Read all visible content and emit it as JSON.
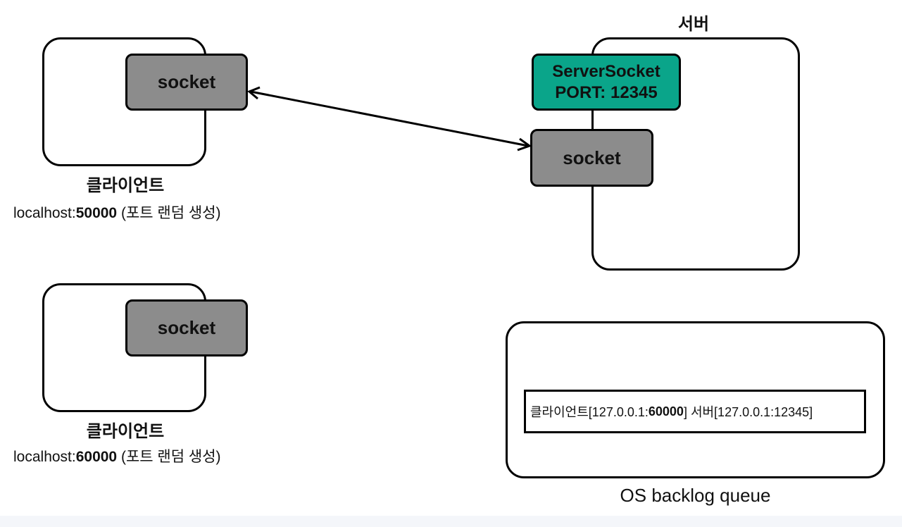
{
  "client1": {
    "socket_label": "socket",
    "title": "클라이언트",
    "host_prefix": "localhost:",
    "port": "50000",
    "port_note": " (포트 랜덤 생성)"
  },
  "client2": {
    "socket_label": "socket",
    "title": "클라이언트",
    "host_prefix": "localhost:",
    "port": "60000",
    "port_note": " (포트 랜덤 생성)"
  },
  "server": {
    "title": "서버",
    "server_socket_name": "ServerSocket",
    "server_socket_port": "PORT: 12345",
    "socket_label": "socket"
  },
  "backlog": {
    "entry_client_prefix": "클라이언트[127.0.0.1:",
    "entry_client_port": "60000",
    "entry_server": "] 서버[127.0.0.1:12345]",
    "caption": "OS backlog queue"
  },
  "colors": {
    "socket_fill": "#8c8c8c",
    "server_socket_fill": "#0aa58a"
  }
}
